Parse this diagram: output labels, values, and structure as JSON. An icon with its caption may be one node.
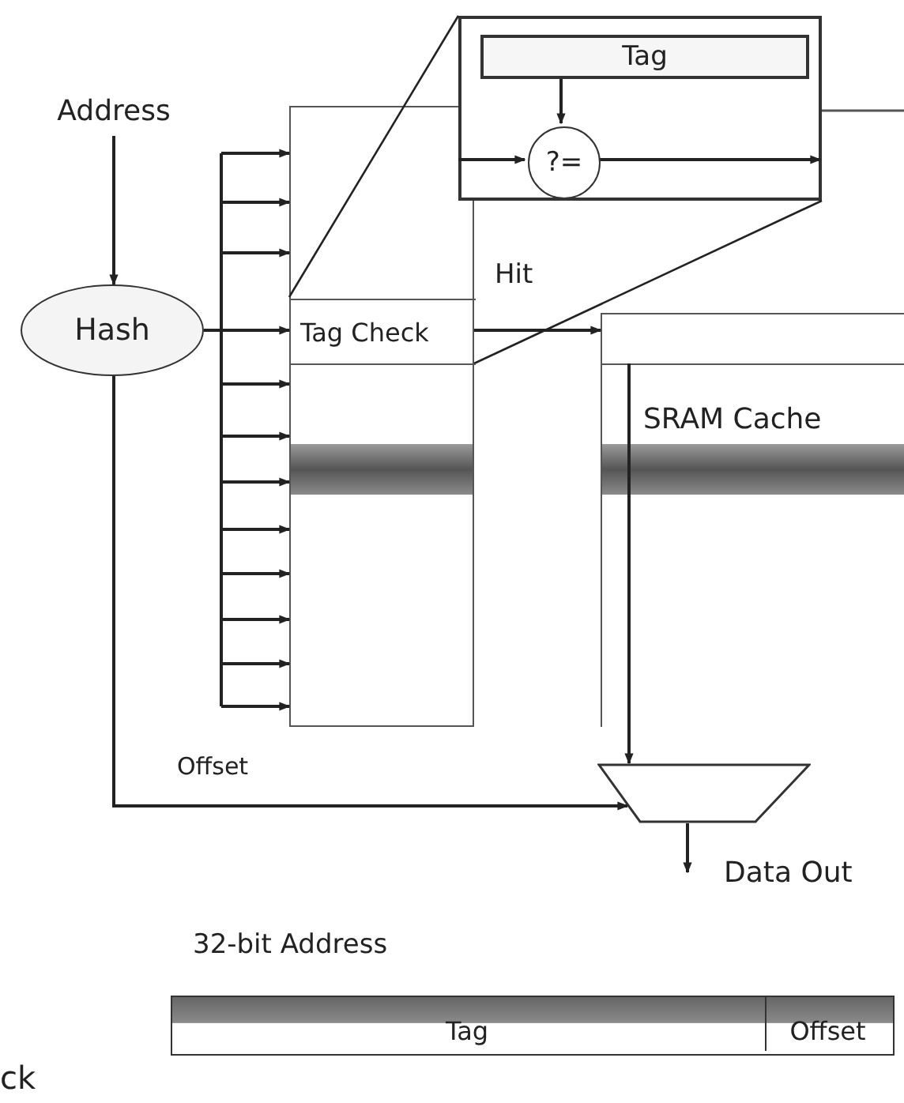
{
  "diagram": {
    "nodes": [
      {
        "text": [
          "Address"
        ]
      },
      {
        "text": [
          "Hash"
        ]
      },
      {
        "text": [],
        "shape": "box"
      },
      {
        "text": [
          "Tag Check"
        ],
        "in": 2
      },
      {
        "text": [],
        "shape": "box"
      },
      {
        "text": [
          "Tag"
        ],
        "in": 4
      },
      {
        "text": [
          "?="
        ],
        "in": 4
      },
      {
        "text": [
          "SRAM Cache"
        ]
      },
      {
        "text": [],
        "shape": "trapezoid"
      },
      {
        "text": [
          "32-bit Address"
        ]
      },
      {
        "text": [
          "Tag"
        ],
        "in": 9
      },
      {
        "text": [
          "Offset"
        ],
        "in": 9
      }
    ],
    "edges": [
      {
        "from": 0,
        "to": 1,
        "arrow": "to"
      },
      {
        "from": 1,
        "to": 2,
        "arrow": "to"
      },
      {
        "from": 1,
        "to": 3,
        "arrow": "to"
      },
      {
        "from": 1,
        "to": 8,
        "label": "Offset",
        "arrow": "to"
      },
      {
        "from": 3,
        "to": 7,
        "label": "Hit",
        "arrow": "to"
      },
      {
        "from": 3,
        "to": 4,
        "arrow": "none"
      },
      {
        "from": 3,
        "to": 4,
        "arrow": "none"
      },
      {
        "from": 5,
        "to": 6,
        "arrow": "to"
      },
      {
        "from": null,
        "to": 6,
        "arrow": "to"
      },
      {
        "from": 6,
        "to": null,
        "arrow": "to"
      },
      {
        "from": 7,
        "to": 8,
        "arrow": "to"
      },
      {
        "from": 8,
        "to": null,
        "arrow": "to"
      }
    ],
    "labels": [
      "Data Out",
      "ck"
    ]
  }
}
